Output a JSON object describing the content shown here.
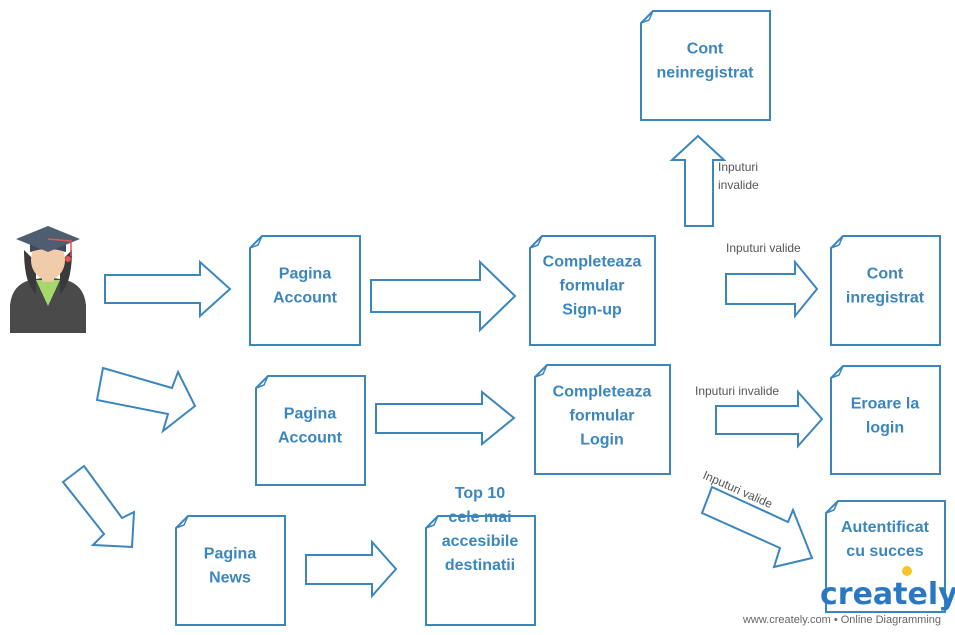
{
  "colors": {
    "stroke": "#3b86bd",
    "text": "#3b86bd",
    "label": "#555555",
    "logo": "#2b78c2",
    "bulb": "#f5c62a"
  },
  "nodes": {
    "pagina_account_signup": [
      "Pagina",
      "Account"
    ],
    "completeaza_signup": [
      "Completeaza",
      "formular",
      "Sign-up"
    ],
    "cont_neinregistrat": [
      "Cont",
      "neinregistrat"
    ],
    "cont_inregistrat": [
      "Cont",
      "inregistrat"
    ],
    "pagina_account_login": [
      "Pagina",
      "Account"
    ],
    "completeaza_login": [
      "Completeaza",
      "formular",
      "Login"
    ],
    "eroare_login": [
      "Eroare la",
      "login"
    ],
    "autentificat": [
      "Autentificat",
      "cu succes"
    ],
    "pagina_news": [
      "Pagina",
      "News"
    ],
    "top10": [
      "Top 10",
      "cele mai",
      "accesibile",
      "destinatii"
    ]
  },
  "edge_labels": {
    "signup_invalid": [
      "Inputuri",
      "invalide"
    ],
    "signup_valid": "Inputuri valide",
    "login_invalid": "Inputuri invalide",
    "login_valid": "Inputuri valide"
  },
  "actor": {
    "icon": "graduate-student-icon"
  },
  "footer": {
    "logo": "creately",
    "credit": "www.creately.com • Online Diagramming"
  }
}
